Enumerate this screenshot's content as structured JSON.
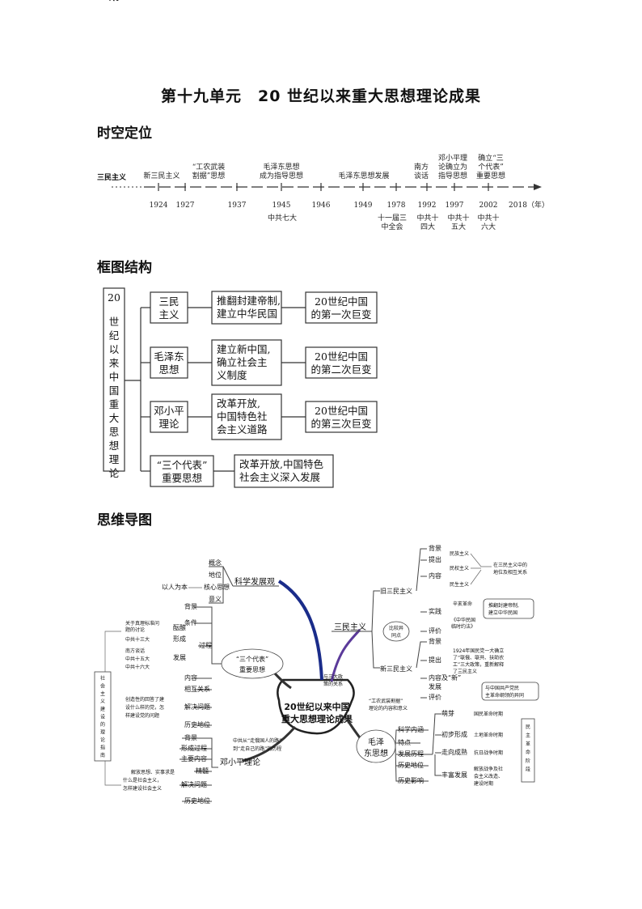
{
  "document": {
    "title": "第十九单元　20 世纪以来重大思想理论成果",
    "sections": {
      "timeline": "时空定位",
      "framework": "框图结构",
      "mindmap": "思维导图"
    }
  },
  "timeline": {
    "start_label": "三民主义",
    "years": [
      "1924",
      "1927",
      "1937",
      "1945",
      "1946",
      "1949",
      "1978",
      "1992",
      "1997",
      "2002",
      "2018（年）"
    ],
    "above": [
      [
        "新三民主义"
      ],
      [
        "“工农武装",
        "割据”思想"
      ],
      [
        "毛泽东思想",
        "成为指导思想"
      ],
      [
        "毛泽东思想发展"
      ],
      [
        "南方",
        "谈话"
      ],
      [
        "邓小平理",
        "论确立为",
        "指导思想"
      ],
      [
        "确立“三",
        "个代表”",
        "重要思想"
      ]
    ],
    "below": [
      [
        "中共七大"
      ],
      [
        "十一届三",
        "中全会"
      ],
      [
        "中共十",
        "四大"
      ],
      [
        "中共十",
        "五大"
      ],
      [
        "中共十",
        "六大"
      ]
    ]
  },
  "framework": {
    "root": "20世纪以来中国重大思想理论成果",
    "rows": [
      {
        "theory": [
          "三民",
          "主义"
        ],
        "effect": [
          "推翻封建帝制,",
          "建立中华民国"
        ],
        "result": [
          "20世纪中国",
          "的第一次巨变"
        ]
      },
      {
        "theory": [
          "毛泽东",
          "思想"
        ],
        "effect": [
          "建立新中国,",
          "确立社会主",
          "义制度"
        ],
        "result": [
          "20世纪中国",
          "的第二次巨变"
        ]
      },
      {
        "theory": [
          "邓小平",
          "理论"
        ],
        "effect": [
          "改革开放,",
          "中国特色社",
          "会主义道路"
        ],
        "result": [
          "20世纪中国",
          "的第三次巨变"
        ]
      },
      {
        "theory": [
          "“三个代表”",
          "重要思想"
        ],
        "effect": [
          "改革开放,中国特色",
          "社会主义深入发展"
        ],
        "result": []
      }
    ]
  },
  "mindmap": {
    "center": [
      "20世纪以来中国",
      "重大思想理论成果"
    ],
    "sanmin": {
      "label": "三民主义",
      "old": "旧三民主义",
      "new": "新三民主义",
      "compare": [
        "比较异",
        "同点"
      ],
      "relation": [
        "与三大政",
        "策的关系"
      ],
      "old_items": [
        "背景",
        "提出",
        "内容",
        "实践",
        "评价"
      ],
      "old_content": [
        "民族主义",
        "民权主义",
        "民生主义"
      ],
      "old_note": [
        "在三民主义中的",
        "地位及相互关系"
      ],
      "old_practice": [
        "辛亥革命",
        "《中华民国",
        "临时约法》"
      ],
      "old_result": [
        "推翻封建帝制,",
        "建立中华民国"
      ],
      "new_items": [
        "背景",
        "提出",
        "内容及“新”",
        "发展",
        "评价"
      ],
      "new_note": [
        "1924年国民党一大确立",
        "了“联俄、联共、扶助农",
        "工”三大政策，重新解释",
        "了三民主义"
      ],
      "new_eval": [
        "与中国共产党民",
        "主革命纲领的异同"
      ]
    },
    "mao": {
      "label": [
        "毛泽",
        "东思想"
      ],
      "items": [
        "科学内涵",
        "特点",
        "发展历程",
        "历史地位",
        "历史影响"
      ],
      "note": [
        "“工农武装割据”",
        "理论的内容和意义"
      ],
      "stages": [
        "萌芽",
        "初步形成",
        "走向成熟",
        "丰富发展"
      ],
      "periods": [
        "国民革命时期",
        "土地革命时期",
        "抗日战争时期",
        "解放战争及社",
        "会主义改造、",
        "建设时期"
      ],
      "bracket": "民主革命阶段"
    },
    "three": {
      "label": [
        "“三个代表”",
        "重要思想"
      ],
      "items": [
        "背景",
        "条件",
        "过程",
        "内容",
        "相互关系",
        "解决问题",
        "历史地位"
      ],
      "process": [
        "酝酿",
        "形成",
        "发展"
      ],
      "history": [
        "关于真理标准问",
        "题的讨论",
        "中共十三大",
        "南方谈话",
        "中共十五大",
        "中共十六大"
      ],
      "question": [
        "创造性的回答了建",
        "设什么样的党，怎",
        "样建设党的问题"
      ]
    },
    "science": {
      "label": "科学发展观",
      "items": [
        "概念",
        "地位",
        "核心思想",
        "意义"
      ],
      "core": "以人为本"
    },
    "deng": {
      "label": "邓小平理论",
      "items": [
        "背景",
        "形成过程",
        "主要内容",
        "精髓",
        "解决问题",
        "历史地位"
      ],
      "note": [
        "中共从“走俄国人的路”",
        "到“走自己的路”的历程"
      ],
      "essence": "解放思想、实事求是",
      "question": [
        "什么是社会主义，",
        "怎样建设社会主义"
      ]
    },
    "left_bracket": "社会主义建设的理论指南"
  }
}
